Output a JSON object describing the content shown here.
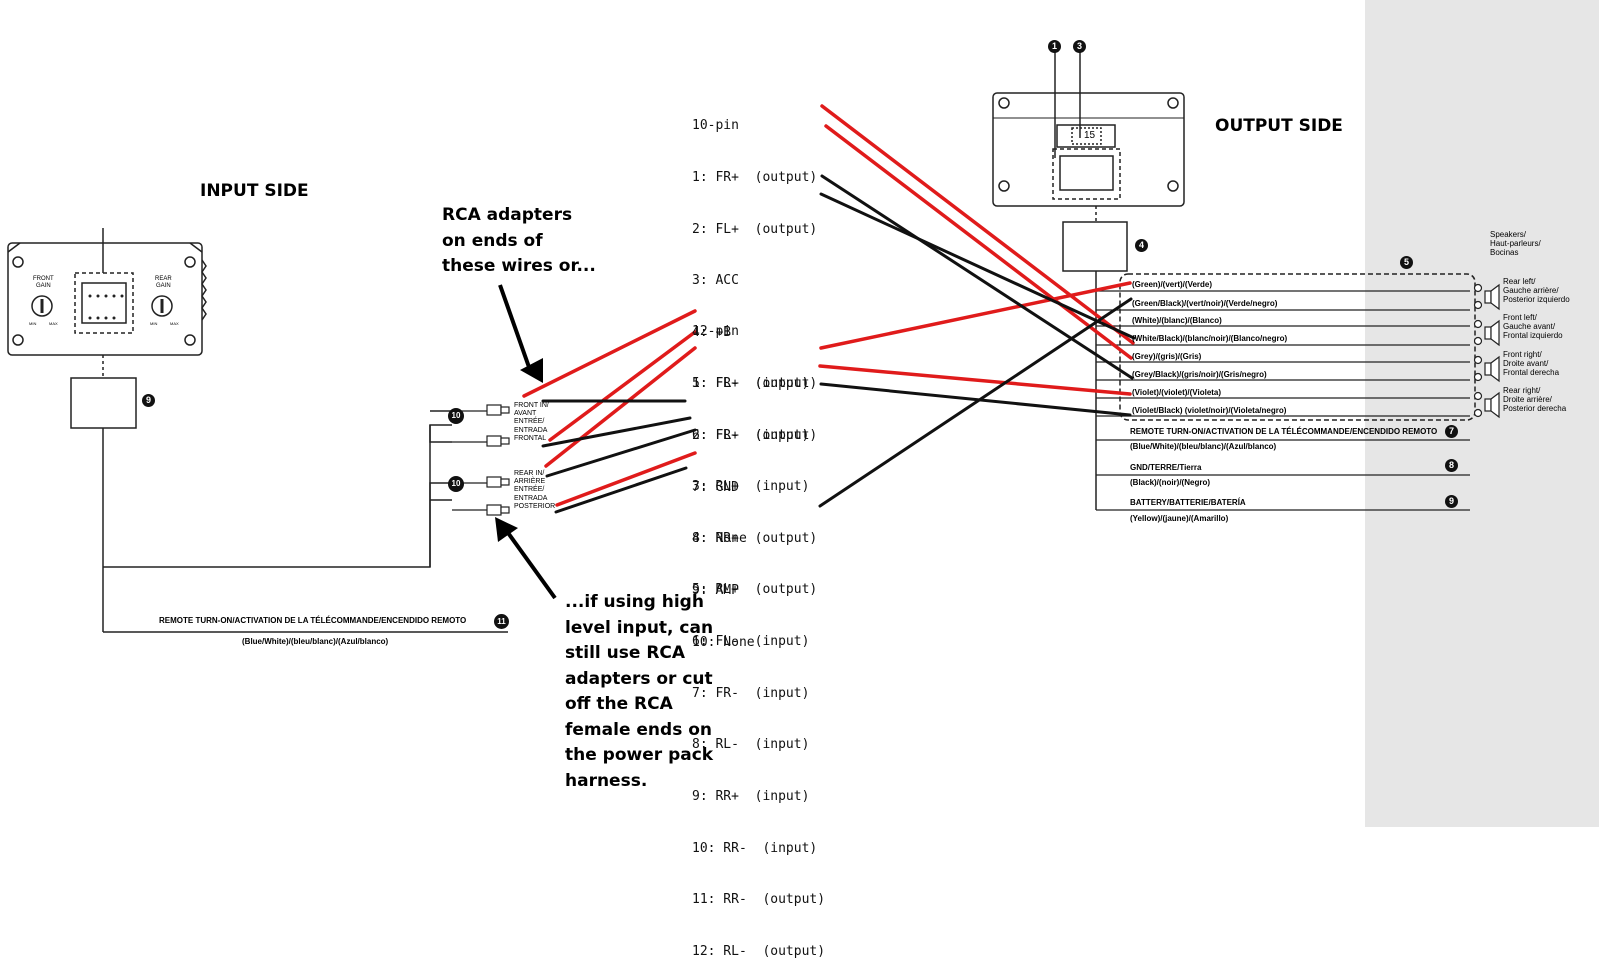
{
  "headings": {
    "input_side": "INPUT SIDE",
    "output_side": "OUTPUT SIDE"
  },
  "notes": {
    "rca_top": [
      "RCA adapters",
      "on ends of",
      "these wires or..."
    ],
    "rca_bottom": [
      "...if using high",
      "level input, can",
      "still use RCA",
      "adapters or cut",
      "off the RCA",
      "female ends on",
      "the power pack",
      "harness."
    ]
  },
  "pin10": {
    "title": "10-pin",
    "lines": [
      "1: FR+  (output)",
      "2: FL+  (output)",
      "3: ACC",
      "4: +B",
      "5: FR-  (output)",
      "6: FL-  (output)",
      "7: GND",
      "8: None",
      "9: AMP",
      "10: None"
    ]
  },
  "pin12": {
    "title": "12-pin",
    "lines": [
      "1: FL+  (input)",
      "2: FR+  (input)",
      "3: RL+  (input)",
      "4: RR+  (output)",
      "5: RL+  (output)",
      "6: FL-  (input)",
      "7: FR-  (input)",
      "8: RL-  (input)",
      "9: RR+  (input)",
      "10: RR-  (input)",
      "11: RR-  (output)",
      "12: RL-  (output)"
    ]
  },
  "output_wires": [
    "(Green)/(vert)/(Verde)",
    "(Green/Black)/(vert/noir)/(Verde/negro)",
    "(White)/(blanc)/(Blanco)",
    "(White/Black)/(blanc/noir)/(Blanco/negro)",
    "(Grey)/(gris)/(Gris)",
    "(Grey/Black)/(gris/noir)/(Gris/negro)",
    "(Violet)/(violet)/(Violeta)",
    "(Violet/Black) (violet/noir)/(Violeta/negro)"
  ],
  "output_extra": {
    "remote_label": "REMOTE TURN-ON/ACTIVATION DE LA TÉLÉCOMMANDE/ENCENDIDO REMOTO",
    "remote_color": "(Blue/White)/(bleu/blanc)/(Azul/blanco)",
    "gnd_label": "GND/TERRE/Tierra",
    "gnd_color": "(Black)/(noir)/(Negro)",
    "battery_label": "BATTERY/BATTERIE/BATERÍA",
    "battery_color": "(Yellow)/(jaune)/(Amarillo)"
  },
  "speakers": {
    "header": [
      "Speakers/",
      "Haut-parleurs/",
      "Bocinas"
    ],
    "rear_left": [
      "Rear left/",
      "Gauche arrière/",
      "Posterior izquierdo"
    ],
    "front_left": [
      "Front left/",
      "Gauche avant/",
      "Frontal izquierdo"
    ],
    "front_right": [
      "Front right/",
      "Droite avant/",
      "Frontal derecha"
    ],
    "rear_right": [
      "Rear right/",
      "Droite arrière/",
      "Posterior derecha"
    ]
  },
  "input_device": {
    "front_gain": [
      "FRONT",
      "GAIN"
    ],
    "rear_gain": [
      "REAR",
      "GAIN"
    ],
    "min": "MIN",
    "max": "MAX"
  },
  "rca": {
    "front": [
      "FRONT IN/",
      "AVANT",
      "ENTRÉE/",
      "ENTRADA",
      "FRONTAL"
    ],
    "rear": [
      "REAR IN/",
      "ARRIÈRE",
      "ENTRÉE/",
      "ENTRADA",
      "POSTERIOR"
    ]
  },
  "input_remote": {
    "label": "REMOTE TURN-ON/ACTIVATION DE LA TÉLÉCOMMANDE/ENCENDIDO REMOTO",
    "color": "(Blue/White)/(bleu/blanc)/(Azul/blanco)"
  },
  "badges": {
    "b1": "1",
    "b3": "3",
    "b4": "4",
    "b5": "5",
    "b7": "7",
    "b8": "8",
    "b9_out": "9",
    "b9_in": "9",
    "b10a": "10",
    "b10b": "10",
    "b11": "11"
  },
  "connector_number": "15",
  "colors": {
    "red_wire": "#e01b1b",
    "black_wire": "#111111",
    "sidebar": "#e6e6e6"
  }
}
